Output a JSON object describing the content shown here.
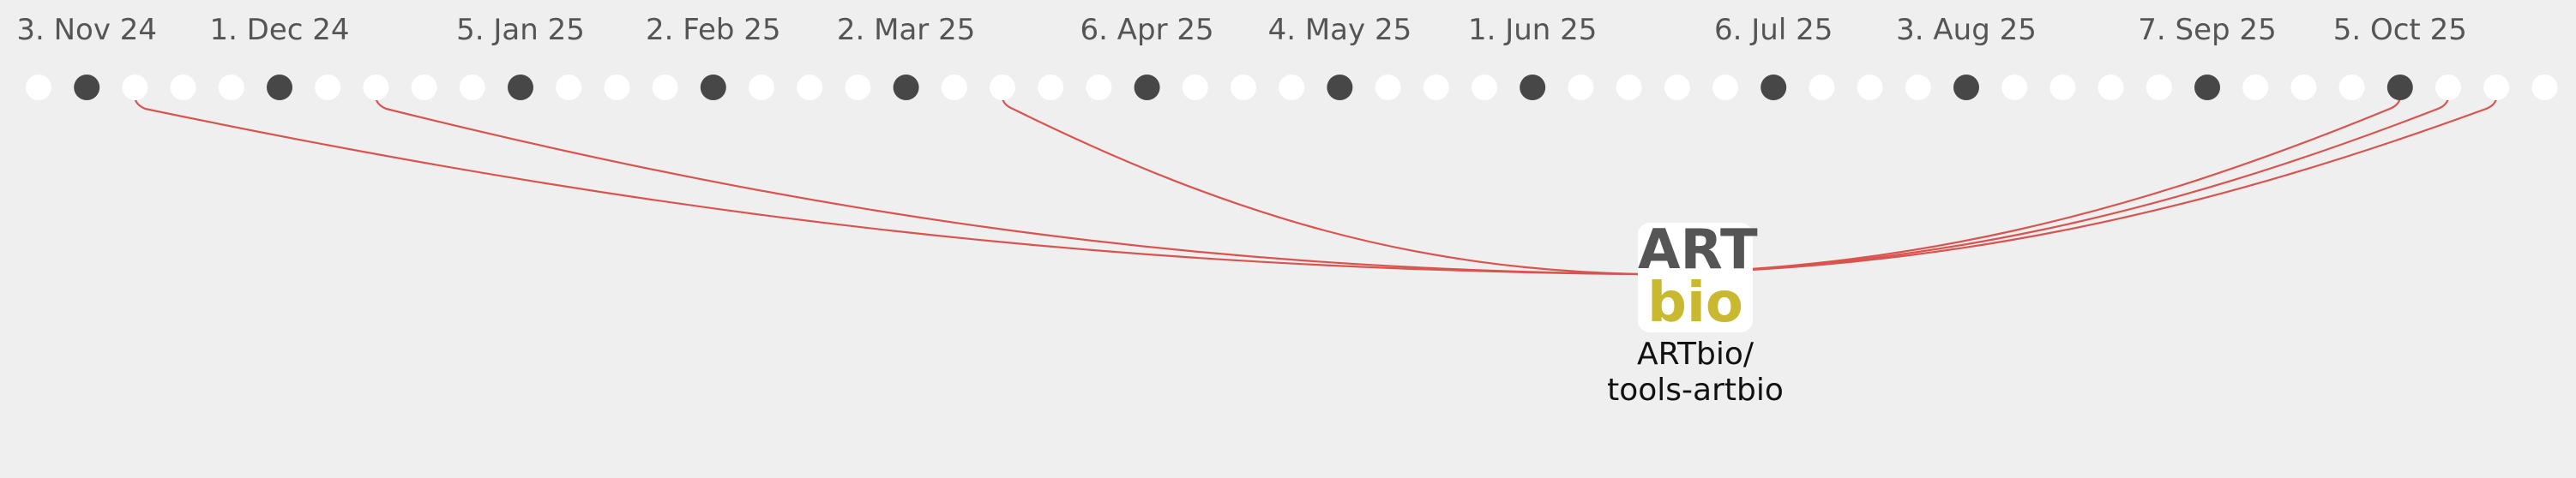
{
  "timeline": {
    "months": [
      "3. Nov 24",
      "1. Dec 24",
      "5. Jan 25",
      "2. Feb 25",
      "2. Mar 25",
      "6. Apr 25",
      "4. May 25",
      "1. Jun 25",
      "6. Jul 25",
      "3. Aug 25",
      "7. Sep 25",
      "5. Oct 25"
    ],
    "dot_count": 53,
    "dark_dots": [
      1,
      5,
      10,
      14,
      18,
      23,
      27,
      31,
      36,
      40,
      45,
      49
    ],
    "connected_dots": [
      2,
      7,
      20,
      49,
      50,
      51
    ]
  },
  "repo": {
    "logo_top": "ART",
    "logo_bottom": "bio",
    "name_line1": "ARTbio/",
    "name_line2": "tools-artbio"
  },
  "colors": {
    "background": "#efefef",
    "dot_dark": "#474747",
    "dot_light": "#ffffff",
    "link": "#d9534f",
    "label": "#555555",
    "logo_bottom": "#c9b930"
  }
}
